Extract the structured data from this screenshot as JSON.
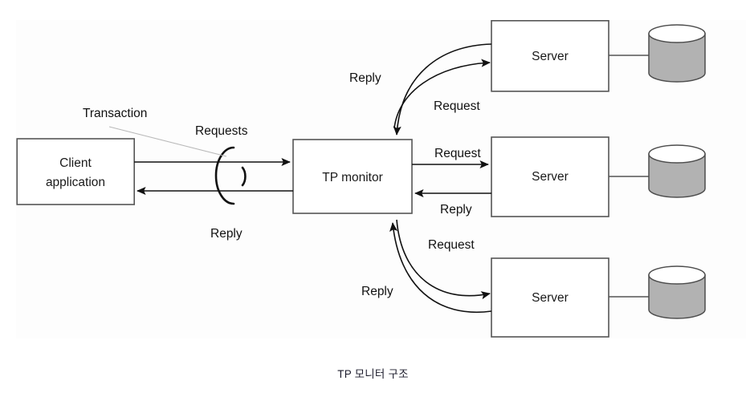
{
  "caption": "TP 모니터 구조",
  "colors": {
    "box_stroke": "#555555",
    "box_fill": "#ffffff",
    "cylinder_body": "#b2b2b2",
    "cylinder_top": "#ffffff",
    "arrow": "#111111",
    "leader_line": "#b9b9b9",
    "panel_background": "#fdfdfd",
    "page_background": "#ffffff",
    "text": "#1a1a1a"
  },
  "nodes": {
    "client": {
      "line1": "Client",
      "line2": "application"
    },
    "tp_monitor": {
      "label": "TP monitor"
    },
    "server_top": {
      "label": "Server"
    },
    "server_middle": {
      "label": "Server"
    },
    "server_bottom": {
      "label": "Server"
    }
  },
  "annotations": {
    "transaction": "Transaction",
    "client_requests": "Requests",
    "client_reply": "Reply",
    "top_reply": "Reply",
    "top_request": "Request",
    "middle_request": "Request",
    "middle_reply": "Reply",
    "bottom_request": "Request",
    "bottom_reply": "Reply"
  },
  "icons": {
    "database_top": "database-cylinder-icon",
    "database_middle": "database-cylinder-icon",
    "database_bottom": "database-cylinder-icon",
    "transaction_marker": "transaction-boundary-icon"
  }
}
